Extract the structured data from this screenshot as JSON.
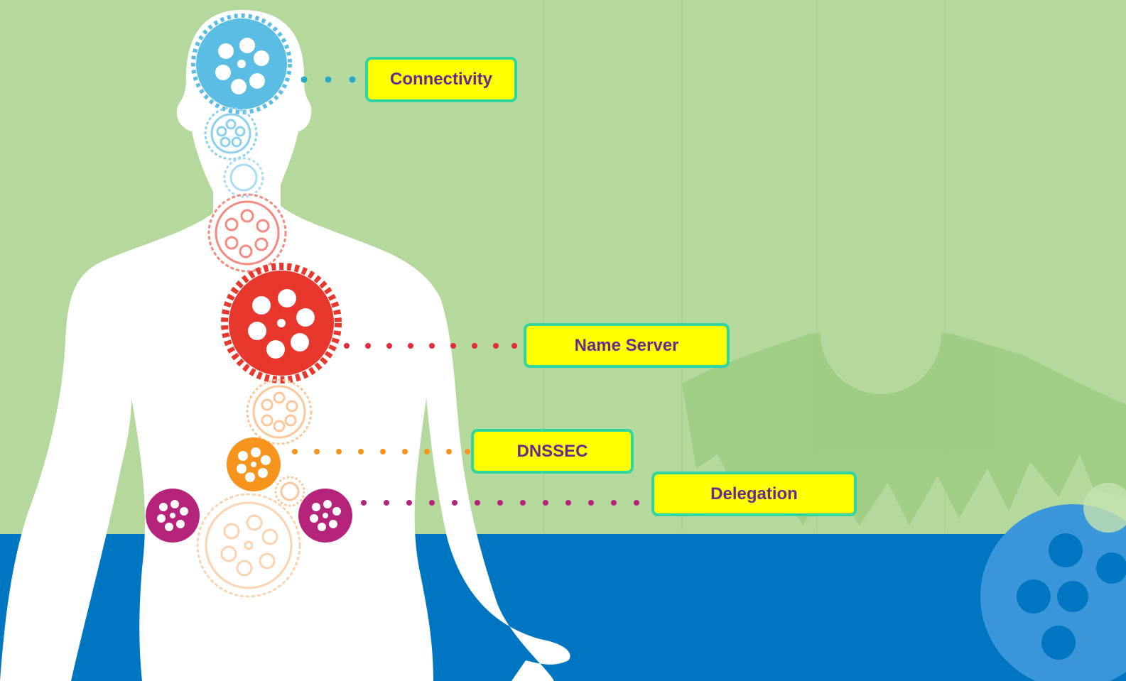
{
  "labels": {
    "connectivity": "Connectivity",
    "name_server": "Name Server",
    "dnssec": "DNSSEC",
    "delegation": "Delegation"
  },
  "colors": {
    "background_green": "#b5d99c",
    "background_blue": "#0075c2",
    "body_silhouette": "#ffffff",
    "gear_head": "#5bbde4",
    "gear_chest": "#e8372c",
    "gear_stomach": "#f7941d",
    "gear_hips": "#b5247a",
    "label_fill": "#ffff00",
    "label_border": "#2fd6a0",
    "label_text": "#6a2a8a"
  }
}
